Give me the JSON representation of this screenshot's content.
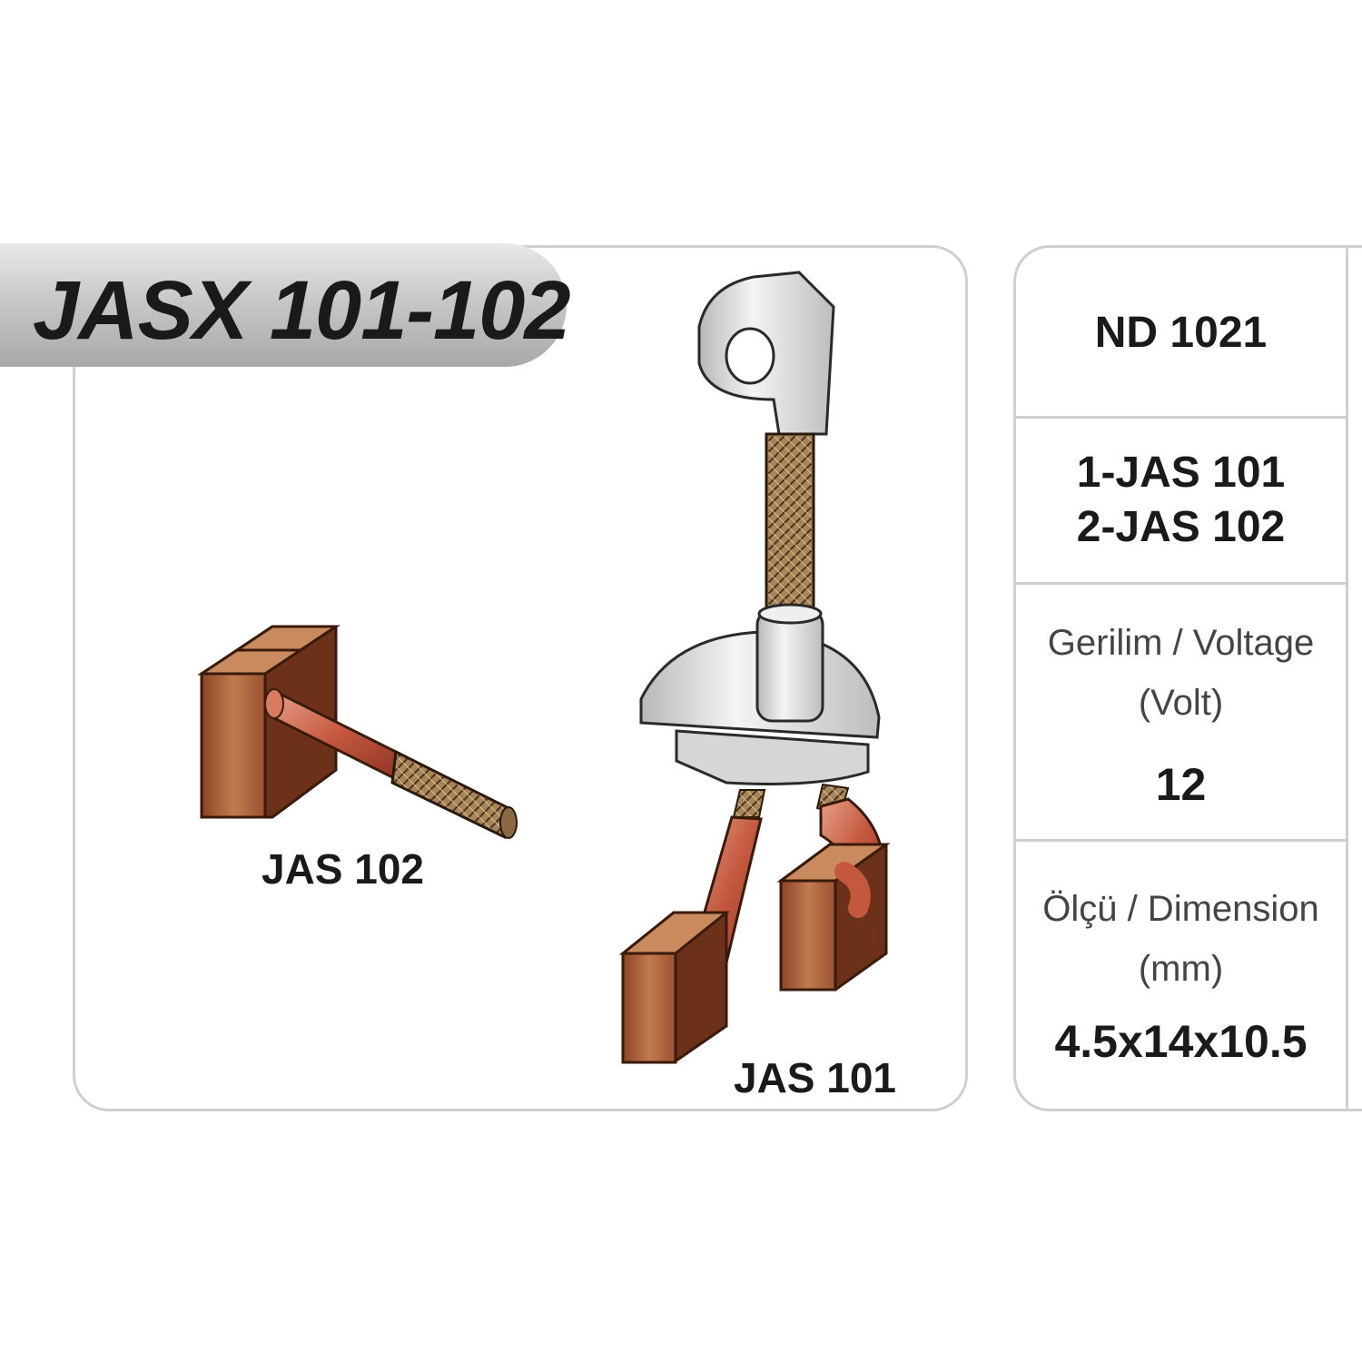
{
  "header": {
    "title": "JASX 101-102"
  },
  "drawing": {
    "labels": {
      "part_a": "JAS 102",
      "part_b": "JAS 101"
    },
    "colors": {
      "brush": "#b5673e",
      "brush_dark": "#7a3a1e",
      "metal": "#d8d8d8",
      "braid": "#9a7a52",
      "sleeve": "#c9523c"
    }
  },
  "specs": {
    "reference": "ND 1021",
    "parts": [
      "1-JAS 101",
      "2-JAS 102"
    ],
    "voltage": {
      "caption_line1": "Gerilim / Voltage",
      "caption_line2": "(Volt)",
      "value": "12"
    },
    "dimension": {
      "caption_line1": "Ölçü / Dimension",
      "caption_line2": "(mm)",
      "value": "4.5x14x10.5"
    }
  }
}
